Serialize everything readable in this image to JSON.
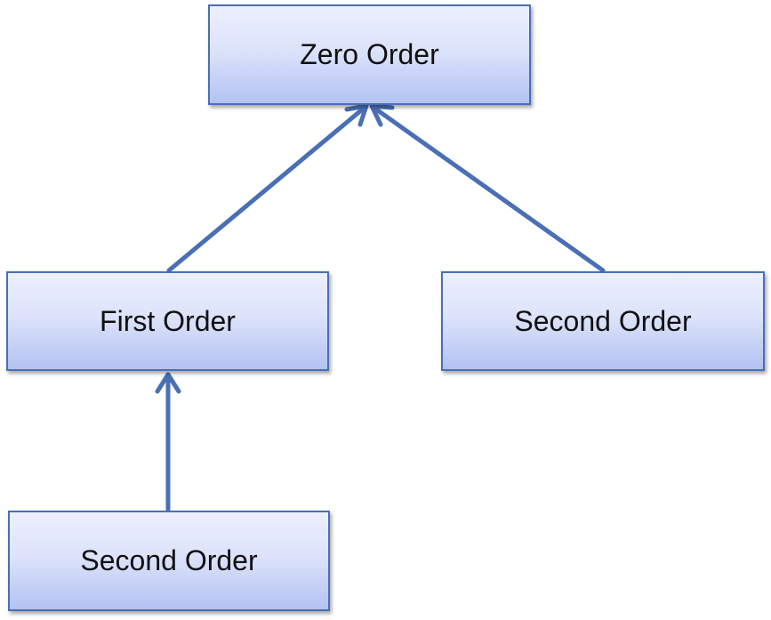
{
  "diagram": {
    "nodes": {
      "zero": {
        "label": "Zero Order"
      },
      "first": {
        "label": "First Order"
      },
      "second_right": {
        "label": "Second Order"
      },
      "second_bottom": {
        "label": "Second Order"
      }
    },
    "edges": [
      {
        "from": "first",
        "to": "zero"
      },
      {
        "from": "second_right",
        "to": "zero"
      },
      {
        "from": "second_bottom",
        "to": "first"
      }
    ],
    "colors": {
      "border": "#4a6fb5",
      "arrow": "#4a6fb5",
      "fill_top": "#eceffd",
      "fill_bottom": "#b3c2f2"
    }
  }
}
